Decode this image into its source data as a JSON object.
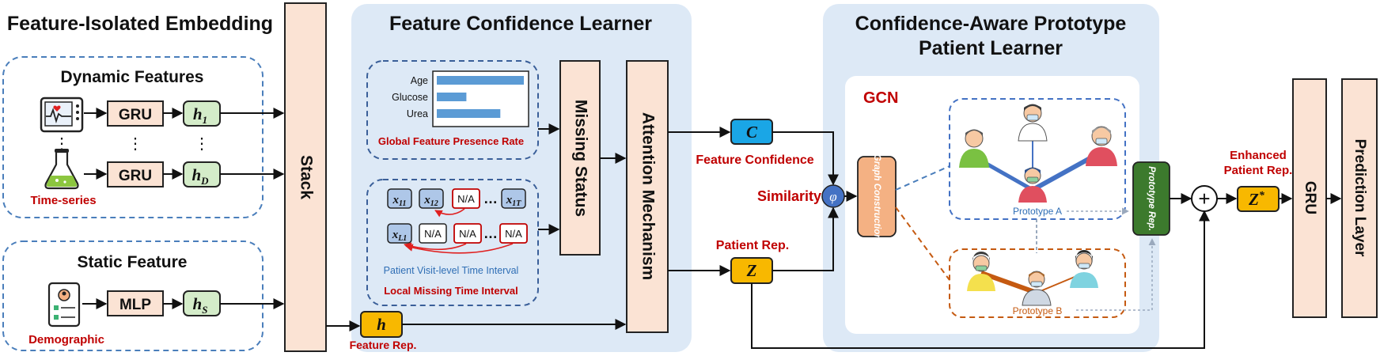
{
  "embedding": {
    "title": "Feature-Isolated Embedding",
    "dynamic_title": "Dynamic Features",
    "static_title": "Static Feature",
    "time_series_label": "Time-series",
    "demographic_label": "Demographic",
    "gru_label": "GRU",
    "mlp_label": "MLP",
    "h1_base": "h",
    "h1_sub": "1",
    "hd_base": "h",
    "hd_sub": "D",
    "hs_base": "h",
    "hs_sub": "S",
    "ellipsis": "⋮",
    "stack_label": "Stack"
  },
  "confidence": {
    "title": "Feature Confidence Learner",
    "bars": [
      {
        "label": "Age",
        "value": 1.0
      },
      {
        "label": "Glucose",
        "value": 0.34
      },
      {
        "label": "Urea",
        "value": 0.73
      }
    ],
    "global_caption": "Global Feature Presence Rate",
    "row1": [
      "x11",
      "x12",
      "N/A",
      "…",
      "x1T"
    ],
    "row2": [
      "xL1",
      "N/A",
      "N/A",
      "N/A"
    ],
    "x11_base": "x",
    "x11_sub": "11",
    "x12_base": "x",
    "x12_sub": "12",
    "x1T_base": "x",
    "x1T_sub": "1T",
    "xL1_base": "x",
    "xL1_sub": "L1",
    "na_label": "N/A",
    "dots": "…",
    "visit_caption": "Patient Visit-level Time Interval",
    "local_caption": "Local Missing Time Interval",
    "missing_status": "Missing Status",
    "attention": "Attention Mechanism",
    "feature_rep_label": "Feature Rep.",
    "h_label": "h"
  },
  "middle": {
    "c_label": "C",
    "feature_confidence": "Feature Confidence",
    "similarity": "Similarity",
    "phi": "φ",
    "patient_rep": "Patient Rep.",
    "z_label": "Z"
  },
  "prototype": {
    "title_line1": "Confidence-Aware Prototype",
    "title_line2": "Patient Learner",
    "gcn": "GCN",
    "graph_construction": "Graph Construction",
    "prototype_a": "Prototype A",
    "prototype_b": "Prototype B",
    "prototype_rep": "Prototype Rep."
  },
  "output": {
    "enhanced_line1": "Enhanced",
    "enhanced_line2": "Patient Rep.",
    "zstar_base": "Z",
    "zstar_sup": "*",
    "plus": "+",
    "gru": "GRU",
    "prediction": "Prediction Layer"
  },
  "colors": {
    "panel_bg": "#dde9f6",
    "peach": "#fbe3d4",
    "green": "#d4ecc9",
    "blue_box": "#1aa6e6",
    "yellow": "#f8b800",
    "dark_green": "#3c7a2d",
    "orange": "#f4b183",
    "red_text": "#c00000",
    "blue_text": "#2f6eb5",
    "orange_text": "#c55a11",
    "bar": "#5b9bd5"
  }
}
